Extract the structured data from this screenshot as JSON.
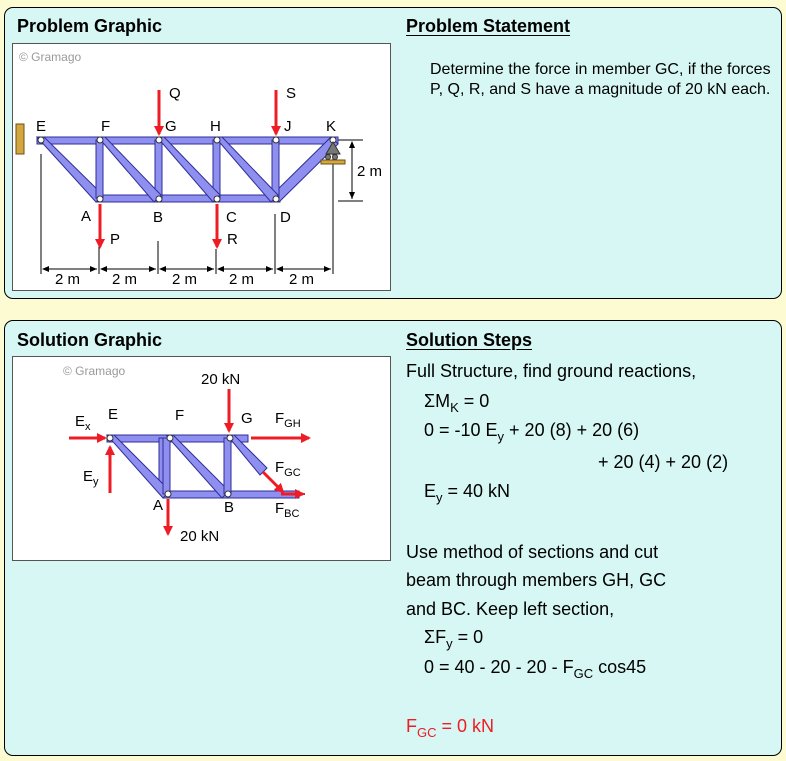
{
  "panels": {
    "problem_graphic": "Problem Graphic",
    "problem_statement": "Problem Statement",
    "solution_graphic": "Solution Graphic",
    "solution_steps": "Solution Steps"
  },
  "copyright": "© Gramago",
  "statement": "Determine the force in member GC, if the forces P, Q, R, and S have a magnitude of 20 kN each.",
  "truss_labels": {
    "E": "E",
    "F": "F",
    "G": "G",
    "H": "H",
    "J": "J",
    "K": "K",
    "A": "A",
    "B": "B",
    "C": "C",
    "D": "D",
    "P": "P",
    "Q": "Q",
    "R": "R",
    "S": "S",
    "span": "2 m",
    "height": "2 m"
  },
  "solution_graphic_labels": {
    "load_top": "20 kN",
    "load_bottom": "20 kN",
    "Ex": "E",
    "Ex_sub": "x",
    "Ey": "E",
    "Ey_sub": "y",
    "E": "E",
    "F": "F",
    "G": "G",
    "A": "A",
    "B": "B",
    "FGH": "F",
    "FGH_sub": "GH",
    "FGC": "F",
    "FGC_sub": "GC",
    "FBC": "F",
    "FBC_sub": "BC"
  },
  "steps": {
    "l1": "Full Structure, find ground reactions,",
    "l2a": "ΣM",
    "l2s": "K",
    "l2b": " = 0",
    "l3a": "0 = -10 E",
    "l3s": "y",
    "l3b": " + 20 (8) + 20 (6)",
    "l4": "+ 20 (4) + 20 (2)",
    "l5a": "E",
    "l5s": "y",
    "l5b": " = 40 kN",
    "l6": "Use method of sections and cut",
    "l7": "beam through members GH, GC",
    "l8": "and BC. Keep left section,",
    "l9a": "ΣF",
    "l9s": "y",
    "l9b": " = 0",
    "l10a": "0 = 40 - 20 - 20 - F",
    "l10s": "GC",
    "l10b": " cos45",
    "l11a": "F",
    "l11s": "GC",
    "l11b": " = 0 kN"
  },
  "colors": {
    "member": "#8f8ff0",
    "force": "#ee1c24",
    "panel": "#d7f7f4",
    "page": "#fdfbd2"
  }
}
